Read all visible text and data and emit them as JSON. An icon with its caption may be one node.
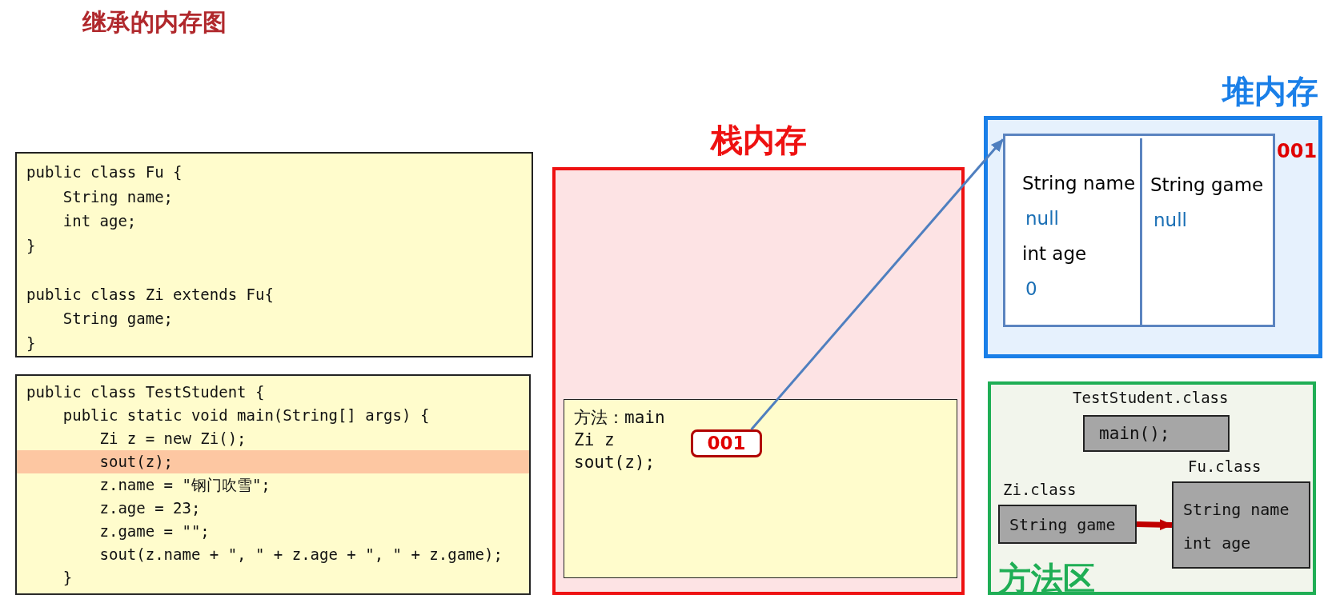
{
  "diagram": {
    "title": "继承的内存图",
    "nodes": [
      {
        "text": [
          "public class Fu {",
          "    String name;",
          "    int age;",
          "}",
          "public class Zi extends Fu{",
          "    String game;",
          "}"
        ]
      },
      {
        "text": [
          "public class TestStudent {",
          "    public static void main(String[] args) {",
          "        Zi z = new Zi();",
          "        sout(z);",
          "        z.name = \"钢门吹雪\";",
          "        z.age = 23;",
          "        z.game = \"\";",
          "        sout(z.name + \", \" + z.age + \", \" + z.game);",
          "    }"
        ]
      },
      {
        "text": [
          "栈内存"
        ]
      },
      {
        "text": [
          "方法：main",
          "Zi z",
          "sout(z);"
        ],
        "in": 2
      },
      {
        "text": [
          "001"
        ],
        "in": 3
      },
      {
        "text": [
          "堆内存"
        ]
      },
      {
        "text": [],
        "shape": "box",
        "in": 5,
        "beside": [
          "001"
        ]
      },
      {
        "text": [
          "String name",
          "null",
          "int age",
          "0"
        ],
        "in": 6
      },
      {
        "text": [
          "String game",
          "null"
        ],
        "in": 6
      },
      {
        "text": [
          "方法区"
        ]
      },
      {
        "text": [
          "main();"
        ],
        "in": 9,
        "beside": [
          "TestStudent.class"
        ]
      },
      {
        "text": [
          "String game"
        ],
        "in": 9,
        "beside": [
          "Zi.class"
        ]
      },
      {
        "text": [
          "String name",
          "int age"
        ],
        "in": 9,
        "beside": [
          "Fu.class"
        ]
      }
    ],
    "edges": [
      {
        "from": 4,
        "to": 6,
        "arrow": "to",
        "color": "#4f7fbf"
      },
      {
        "from": 11,
        "to": 12,
        "arrow": "to",
        "style": "thick",
        "color": "#c00000"
      }
    ]
  }
}
